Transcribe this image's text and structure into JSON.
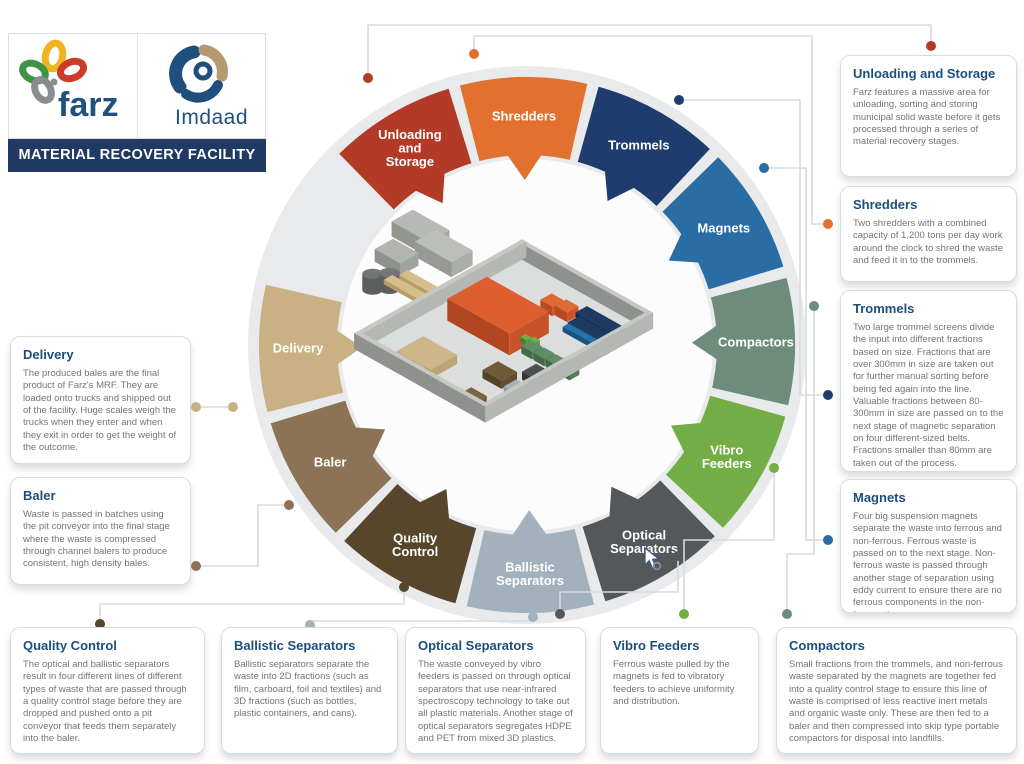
{
  "header": {
    "farz_logo_text": "farz",
    "imdaad_logo_text": "Imdaad",
    "banner": "MATERIAL RECOVERY FACILITY"
  },
  "colors": {
    "brand_blue": "#1f507f",
    "banner_bg": "#203a64",
    "imdaad_tan": "#b59a6d",
    "connector_line": "#d7dbde"
  },
  "diagram": {
    "segments": [
      {
        "id": "unloading",
        "label_lines": [
          "Unloading",
          "and",
          "Storage"
        ],
        "color": "#b23a27"
      },
      {
        "id": "shredders",
        "label_lines": [
          "Shredders"
        ],
        "color": "#e2712f"
      },
      {
        "id": "trommels",
        "label_lines": [
          "Trommels"
        ],
        "color": "#1e3c6e"
      },
      {
        "id": "magnets",
        "label_lines": [
          "Magnets"
        ],
        "color": "#2a6da4"
      },
      {
        "id": "compactors",
        "label_lines": [
          "Compactors"
        ],
        "color": "#6d8c7b"
      },
      {
        "id": "vibro",
        "label_lines": [
          "Vibro",
          "Feeders"
        ],
        "color": "#72ad46"
      },
      {
        "id": "optical",
        "label_lines": [
          "Optical",
          "Separators"
        ],
        "color": "#54585a"
      },
      {
        "id": "ballistic",
        "label_lines": [
          "Ballistic",
          "Separators"
        ],
        "color": "#a3b1bd"
      },
      {
        "id": "quality",
        "label_lines": [
          "Quality",
          "Control"
        ],
        "color": "#57452c"
      },
      {
        "id": "baler",
        "label_lines": [
          "Baler"
        ],
        "color": "#8c7355"
      },
      {
        "id": "delivery",
        "label_lines": [
          "Delivery"
        ],
        "color": "#c9b183"
      }
    ]
  },
  "cards": {
    "right": [
      {
        "title": "Unloading and Storage",
        "body": "Farz features a massive area for unloading, sorting and storing municipal solid waste before it gets processed through a series of material recovery stages."
      },
      {
        "title": "Shredders",
        "body": "Two shredders with a combined capacity of 1,200 tons per day work around the clock to shred the waste and feed it in to the trommels."
      },
      {
        "title": "Trommels",
        "body": "Two large trommel screens divide the input into different fractions based on size. Fractions that are over 300mm in size are taken out for further manual sorting before being fed again into the line. Valuable fractions between 80-300mm in size are passed on to the next stage of magnetic separation on four different-sized belts. Fractions smaller than 80mm are taken out of the process."
      },
      {
        "title": "Magnets",
        "body": "Four big suspension magnets separate the waste into ferrous and non-ferrous. Ferrous waste is passed on to the next stage. Non-ferrous waste is passed through another stage of separation using eddy current to ensure there are no ferrous components in the non-ferrous line."
      }
    ],
    "left": [
      {
        "title": "Delivery",
        "body": "The produced bales are the final product of Farz's MRF. They are loaded onto trucks and shipped out of the facility. Huge scales weigh the trucks when they enter and when they exit in order to get the weight of the outcome."
      },
      {
        "title": "Baler",
        "body": "Waste is passed in batches using the pit conveyor into the final stage where the waste is compressed through channel balers to produce consistent, high density bales."
      }
    ],
    "bottom": [
      {
        "title": "Quality Control",
        "body": "The optical and ballistic separators result in four different lines of different types of waste that are passed through a quality control stage before they are dropped and pushed onto a pit conveyor that feeds them separately into the baler."
      },
      {
        "title": "Ballistic Separators",
        "body": "Ballistic separators separate the waste into 2D fractions (such as film, carboard, foil and textiles) and 3D fractions (such as bottles, plastic containers, and cans)."
      },
      {
        "title": "Optical Separators",
        "body": "The waste conveyed by vibro feeders is passed on through optical separators that use near-infrared spectroscopy technology to take out all plastic materials. Another stage of optical separators segregates HDPE and PET from mixed 3D plastics."
      },
      {
        "title": "Vibro Feeders",
        "body": "Ferrous waste pulled by the magnets is fed to vibratory feeders to achieve uniformity and distribution."
      },
      {
        "title": "Compactors",
        "body": "Small fractions from the trommels, and non-ferrous waste separated by the magnets are together fed into a quality control stage to ensure this line of waste is comprised of less reactive inert metals and organic waste only. These are then fed to a baler and then compressed into skip type portable compactors for disposal into landfills."
      }
    ]
  }
}
